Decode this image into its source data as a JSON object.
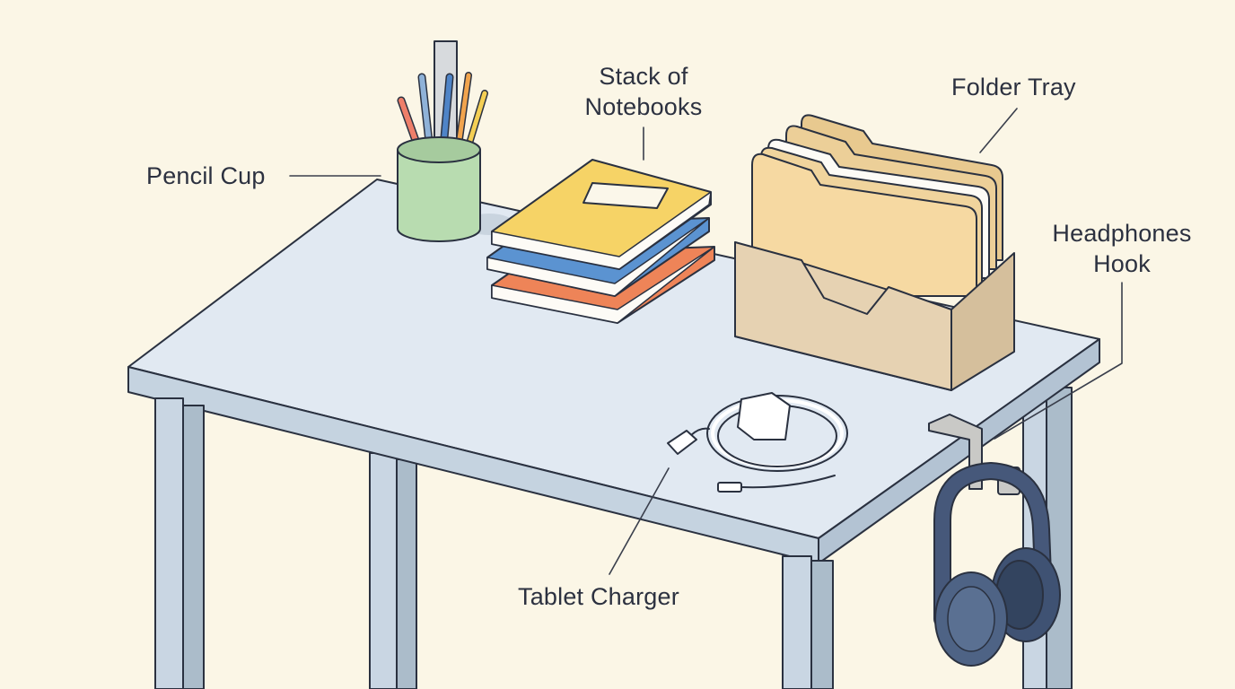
{
  "diagram": {
    "title": "",
    "subject": "desk",
    "background_color": "#fbf6e6",
    "labels": [
      {
        "id": "pencil-cup",
        "text": "Pencil Cup",
        "lines": [
          "Pencil Cup"
        ]
      },
      {
        "id": "notebooks",
        "text": "Stack of Notebooks",
        "lines": [
          "Stack of",
          "Notebooks"
        ]
      },
      {
        "id": "folder-tray",
        "text": "Folder Tray",
        "lines": [
          "Folder Tray"
        ]
      },
      {
        "id": "headphones-hook",
        "text": "Headphones Hook",
        "lines": [
          "Headphones",
          "Hook"
        ]
      },
      {
        "id": "tablet-charger",
        "text": "Tablet Charger",
        "lines": [
          "Tablet Charger"
        ]
      }
    ],
    "colors": {
      "desk_top": "#e1e9f2",
      "desk_edge": "#c5d3e0",
      "desk_leg_light": "#c9d6e3",
      "desk_leg_dark": "#abbcca",
      "outline": "#2a3140",
      "cup": "#b8dcb0",
      "notebook_yellow": "#f6d366",
      "notebook_blue": "#5b93d1",
      "notebook_orange": "#ee8458",
      "folder": "#f4d49a",
      "tray": "#e6d2b2",
      "headphones": "#46587a",
      "hook": "#c9c9c6",
      "charger": "#ffffff"
    }
  }
}
